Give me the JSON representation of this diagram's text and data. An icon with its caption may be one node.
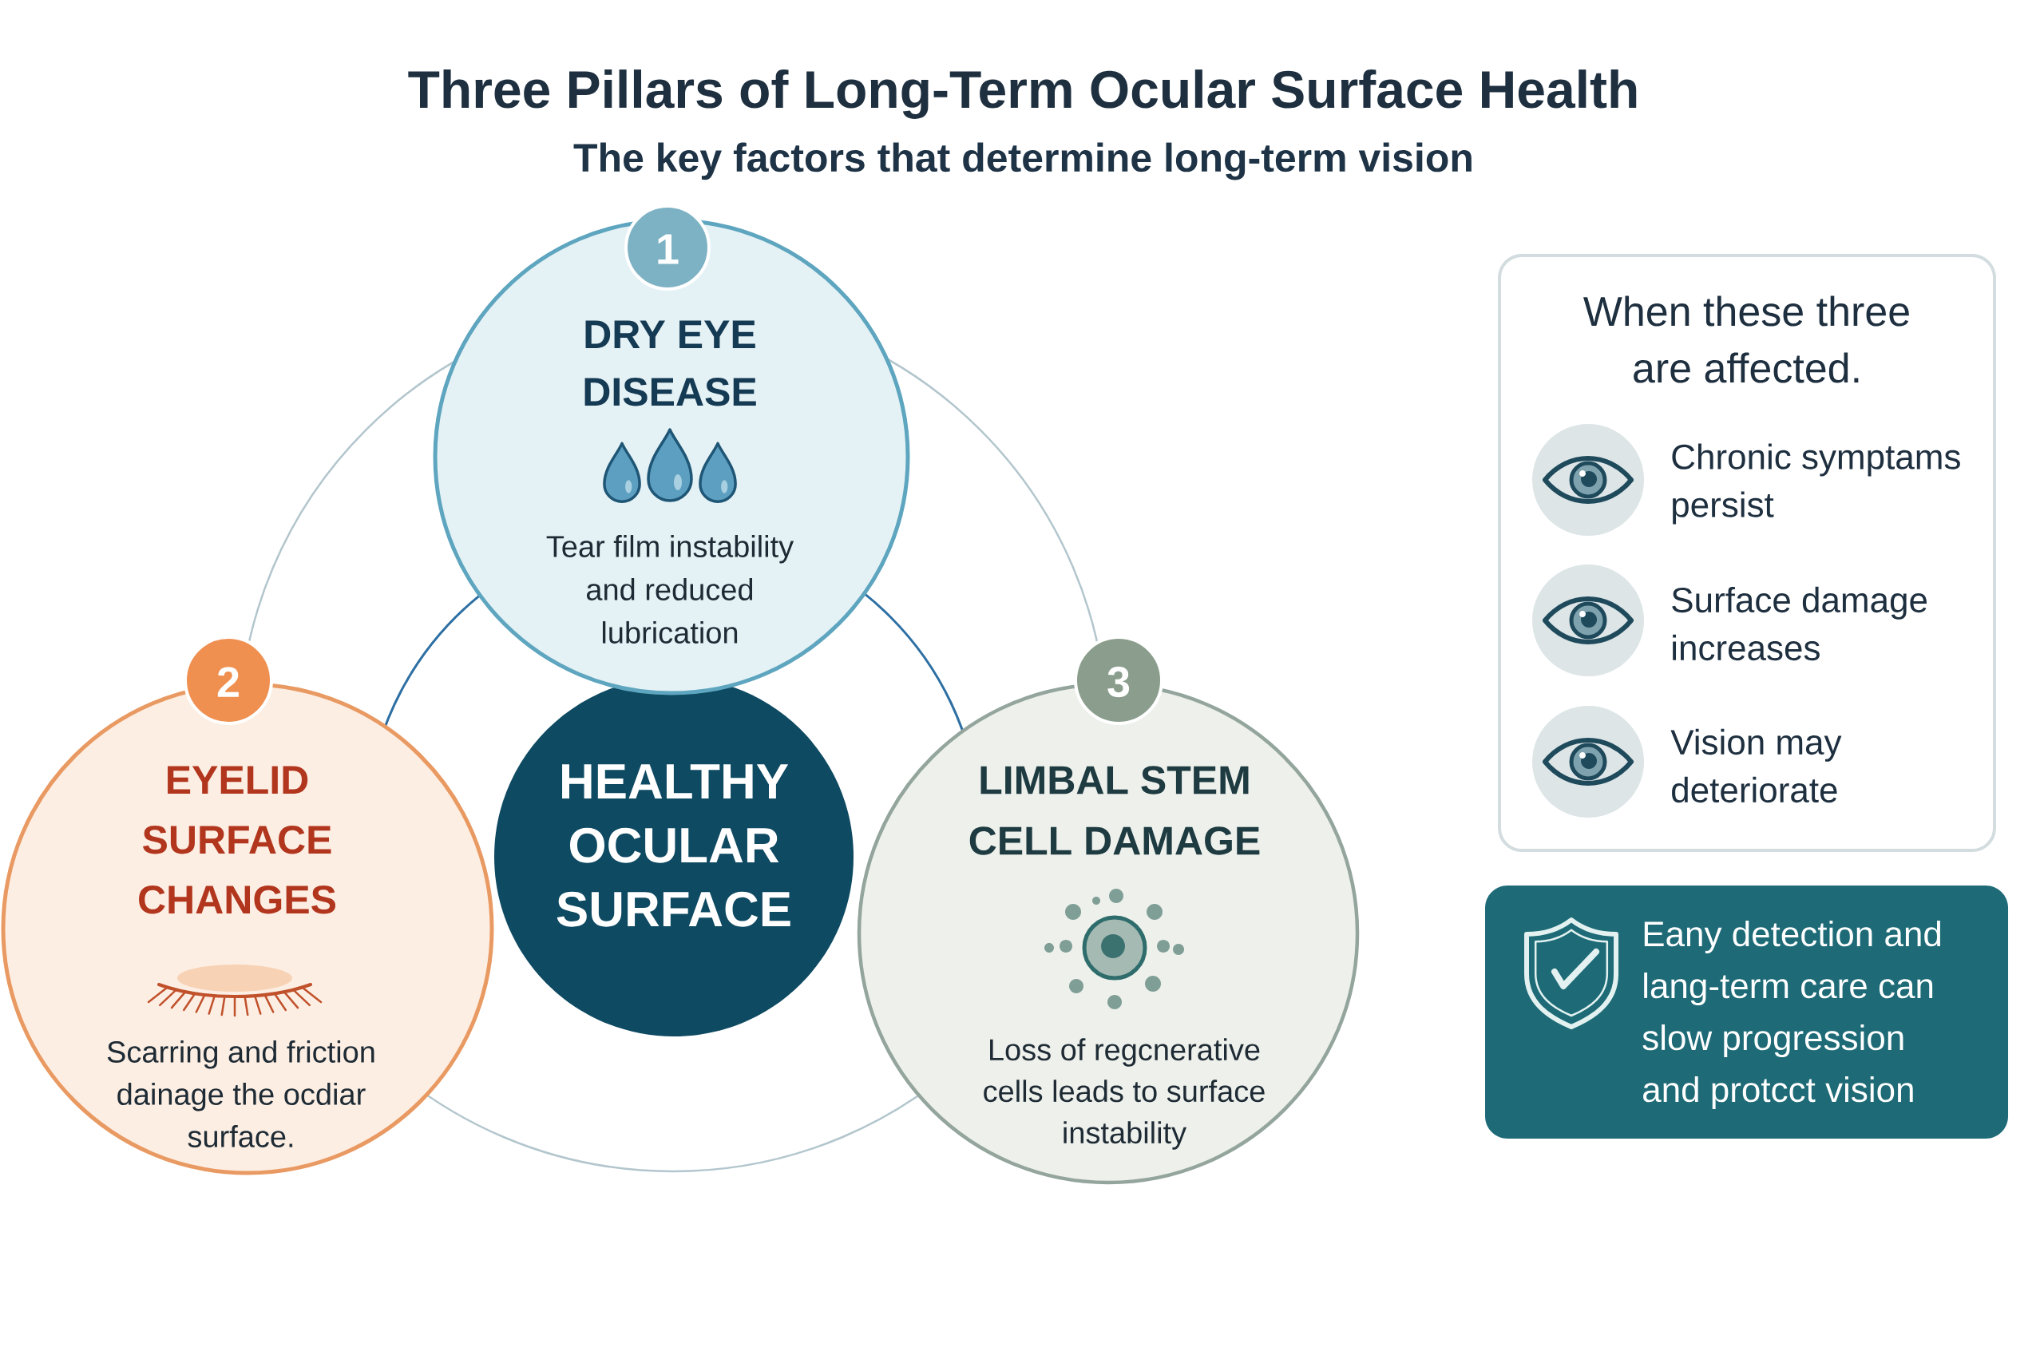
{
  "diagram": {
    "title": "Three Pillars of Long-Term Ocular Surface Health",
    "nodes": [
      {
        "text": [
          "1"
        ]
      },
      {
        "text": [
          "DRY EYE DISEASE",
          "Tear film instability and reduced lubrication"
        ]
      },
      {
        "text": [
          "2"
        ]
      },
      {
        "text": [
          "EYELID SURFACE CHANGES",
          "Scarring and friction dainage the ocdiar surface."
        ]
      },
      {
        "text": [
          "HEALTHY OCULAR SURFACE"
        ]
      },
      {
        "text": [
          "3"
        ]
      },
      {
        "text": [
          "LIMBAL STEM CELL DAMAGE",
          "Loss of regcnerative cells leads to surface instability"
        ]
      },
      {
        "text": [
          "When these three are affected.",
          "Chronic symptams persist",
          "Surface damage increases",
          "Vision may deteriorate"
        ]
      },
      {
        "text": [
          "Eany detection and lang-term care can slow progression and protcct vision"
        ]
      }
    ],
    "labels": [
      "The key factors that determine long-term vision"
    ]
  }
}
